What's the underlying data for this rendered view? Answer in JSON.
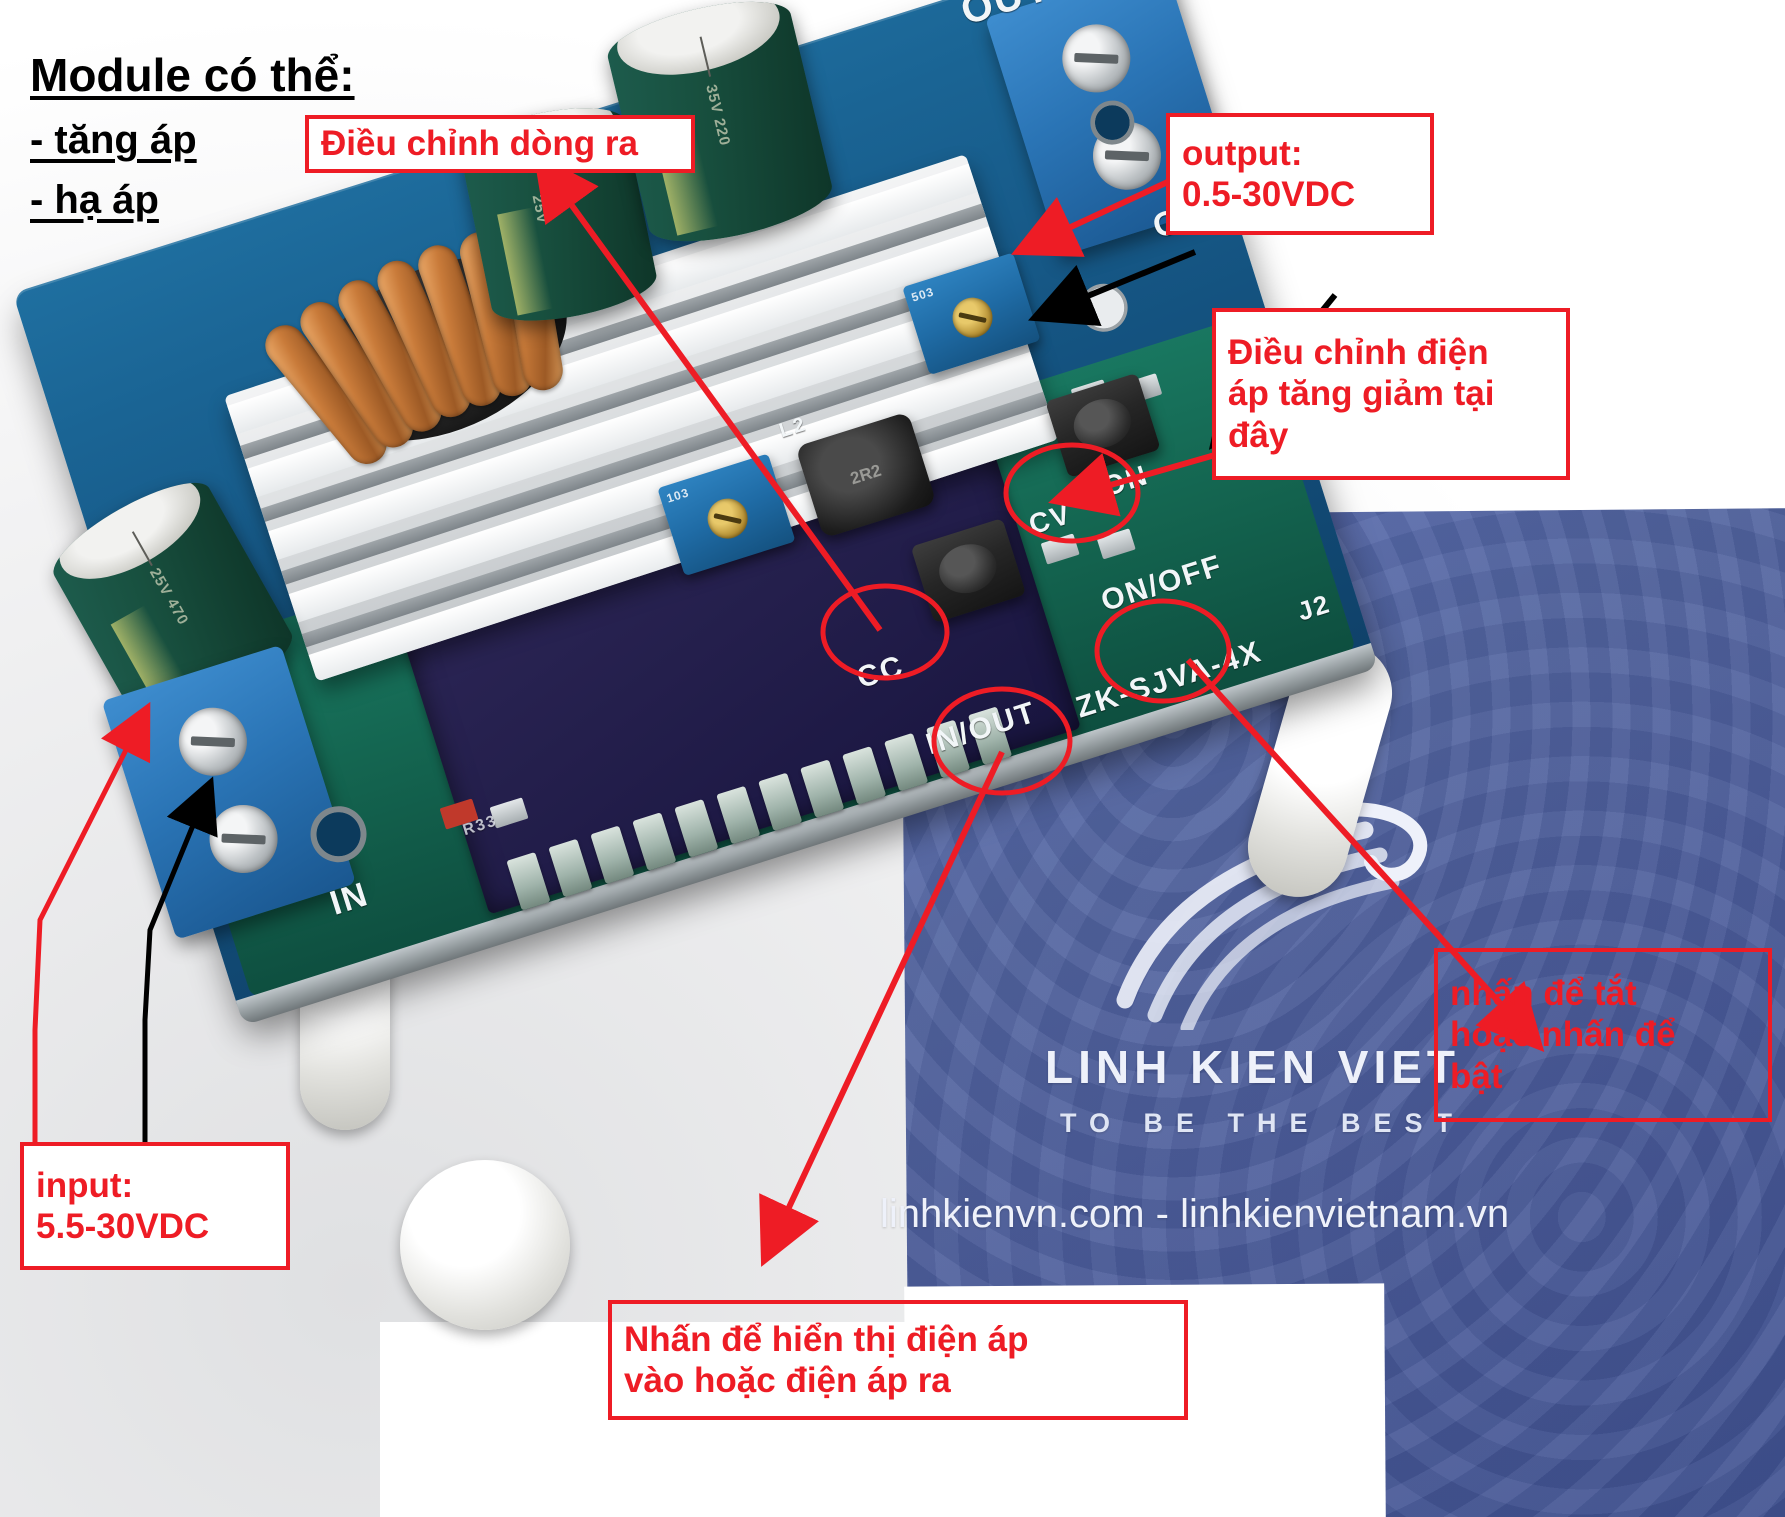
{
  "image": {
    "subject": "DC-DC buck-boost converter module ZK-SJVA-4X with LCD display",
    "colors": {
      "annotation_red": "#ee1c25",
      "header_black": "#000000",
      "pcb_blue": "#1a6494",
      "card_blue": "#4a5b9a",
      "heatsink_silver": "#d9dcde",
      "inductor_copper": "#c97b3a",
      "lcd_purple": "#241f4c"
    }
  },
  "header": {
    "title": "Module có thể:",
    "bullets": [
      "- tăng áp",
      "- hạ áp"
    ]
  },
  "annotations": [
    {
      "id": "current-adjust",
      "text": "Điều chỉnh dòng ra"
    },
    {
      "id": "output-spec",
      "line1": "output:",
      "line2": "0.5-30VDC"
    },
    {
      "id": "voltage-adjust",
      "line1": "Điều chỉnh điện",
      "line2": "áp tăng giảm tại",
      "line3": "đây"
    },
    {
      "id": "onoff-button",
      "line1": "nhấn để tắt",
      "line2": "hoặc nhấn để",
      "line3": "bật"
    },
    {
      "id": "inout-button",
      "line1": "Nhấn để hiển thị điện áp",
      "line2": "vào hoặc điện áp ra"
    },
    {
      "id": "input-spec",
      "line1": "input:",
      "line2": "5.5-30VDC"
    }
  ],
  "board_silkscreen": {
    "out_plus": "OUT+",
    "out": "OUT",
    "in": "IN",
    "cc": "CC",
    "cv": "CV",
    "on": "ON",
    "on_off": "ON/OFF",
    "in_out": "IN/OUT",
    "model": "ZK-SJVA-4X",
    "j2": "J2",
    "l2": "L2",
    "inductor_code": "2R2",
    "pot_code_1": "103",
    "pot_code_2": "503",
    "r33": "R33"
  },
  "watermark": {
    "brand": "LINH KIEN VIET",
    "tagline": "TO BE THE BEST",
    "url": "linhkienvn.com - linhkienvietnam.vn"
  }
}
